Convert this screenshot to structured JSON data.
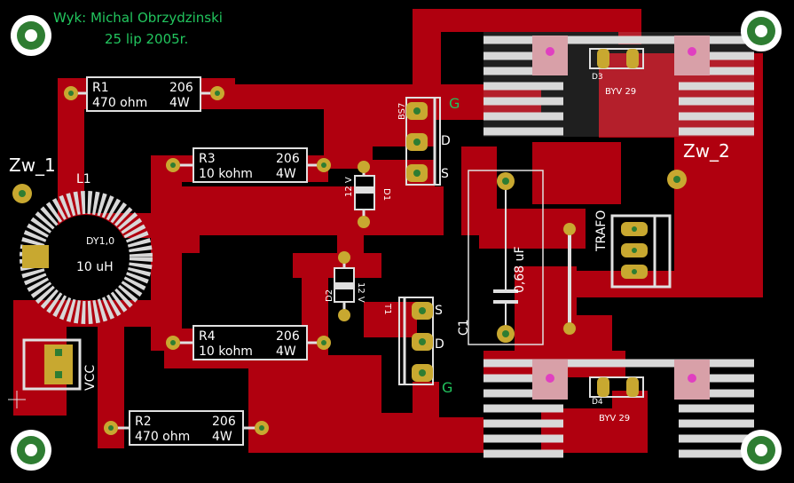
{
  "author_line": "Wyk: Michal Obrzydzinski",
  "date_line": "25 lip 2005r.",
  "connectors": {
    "zw1": "Zw_1",
    "zw2": "Zw_2",
    "vcc": "VCC",
    "trafo": "TRAFO"
  },
  "resistors": [
    {
      "ref": "R1",
      "value": "470 ohm",
      "code": "206",
      "power": "4W"
    },
    {
      "ref": "R3",
      "value": "10 kohm",
      "code": "206",
      "power": "4W"
    },
    {
      "ref": "R4",
      "value": "10 kohm",
      "code": "206",
      "power": "4W"
    },
    {
      "ref": "R2",
      "value": "470 ohm",
      "code": "206",
      "power": "4W"
    }
  ],
  "inductor": {
    "ref": "L1",
    "core": "DY1,0",
    "value": "10 uH"
  },
  "capacitor": {
    "ref": "C1",
    "value": "0,68 uF"
  },
  "zeners": [
    {
      "ref": "D1",
      "value": "12 V"
    },
    {
      "ref": "D2",
      "value": "12 V"
    }
  ],
  "transistors": [
    {
      "ref": "BS7",
      "pins": [
        "G",
        "D",
        "S"
      ]
    },
    {
      "ref": "T1",
      "pins": [
        "S",
        "D",
        "G"
      ]
    }
  ],
  "diodes": [
    {
      "ref": "D3",
      "value": "BYV 29"
    },
    {
      "ref": "D4",
      "value": "BYV 29"
    }
  ],
  "colors": {
    "copper": "#b0000f",
    "pad": "#c8a830",
    "hole": "#2e7d32",
    "silk": "#e0e0e0",
    "text_green": "#22c55e"
  }
}
